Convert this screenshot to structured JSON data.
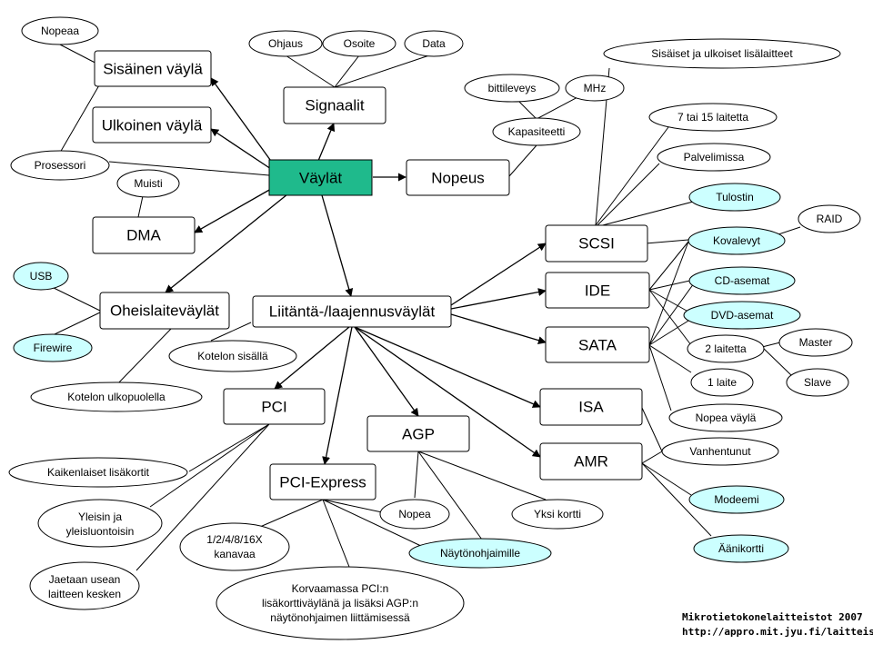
{
  "colors": {
    "center_fill": "#1fba8c",
    "highlight_fill": "#ccffff",
    "plain_fill": "#ffffff",
    "line": "#000000"
  },
  "boxes": {
    "vaylat": "Väylät",
    "sisainen": "Sisäinen väylä",
    "ulkoinen": "Ulkoinen väylä",
    "dma": "DMA",
    "signaalit": "Signaalit",
    "nopeus": "Nopeus",
    "oheislaite": "Oheislaiteväylät",
    "liitanta": "Liitäntä-/laajennusväylät",
    "scsi": "SCSI",
    "ide": "IDE",
    "sata": "SATA",
    "isa": "ISA",
    "amr": "AMR",
    "pci": "PCI",
    "agp": "AGP",
    "pciexpress": "PCI-Express"
  },
  "ellipses": {
    "nopeaa": "Nopeaa",
    "prosessori": "Prosessori",
    "muisti": "Muisti",
    "ohjaus": "Ohjaus",
    "osoite": "Osoite",
    "data": "Data",
    "bittileveys": "bittileveys",
    "mhz": "MHz",
    "kapasiteetti": "Kapasiteetti",
    "sisaiset": "Sisäiset ja ulkoiset lisälaitteet",
    "seitseman": "7 tai 15 laitetta",
    "palvelimissa": "Palvelimissa",
    "tulostin": "Tulostin",
    "raid": "RAID",
    "kovalevyt": "Kovalevyt",
    "cd": "CD-asemat",
    "dvd": "DVD-asemat",
    "kaksi": "2 laitetta",
    "master": "Master",
    "slave": "Slave",
    "yksilaite": "1 laite",
    "nopeavayla": "Nopea väylä",
    "vanhentunut": "Vanhentunut",
    "modeemi": "Modeemi",
    "aanikortti": "Äänikortti",
    "usb": "USB",
    "firewire": "Firewire",
    "kotelonsisalla": "Kotelon sisällä",
    "kotelonulko": "Kotelon ulkopuolella",
    "kaikenlaiset": "Kaikenlaiset lisäkortit",
    "yleisin_1": "Yleisin ja",
    "yleisin_2": "yleisluontoisin",
    "jaetaan_1": "Jaetaan usean",
    "jaetaan_2": "laitteen kesken",
    "kanavaa_1": "1/2/4/8/16X",
    "kanavaa_2": "kanavaa",
    "korvaamassa_1": "Korvaamassa PCI:n",
    "korvaamassa_2": "lisäkorttiväylänä ja lisäksi AGP:n",
    "korvaamassa_3": "näytönohjaimen liittämisessä",
    "nopea": "Nopea",
    "naytonohjaimille": "Näytönohjaimille",
    "yksikortti": "Yksi kortti"
  },
  "footer": {
    "line1": "Mikrotietokonelaitteistot 2007",
    "line2": "http://appro.mit.jyu.fi/laitteistot/"
  }
}
